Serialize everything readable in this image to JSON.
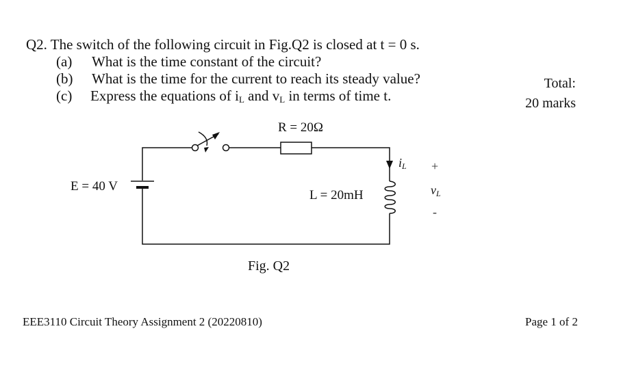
{
  "question": {
    "title": "Q2. The switch of the following circuit in Fig.Q2 is closed at t = 0 s.",
    "parts": [
      {
        "label": "(a)",
        "text": "What is the time constant of the circuit?"
      },
      {
        "label": "(b)",
        "text": "What is the time for the current to reach its steady value?"
      },
      {
        "label": "(c)",
        "text_pre": "Express the equations of i",
        "sub1": "L",
        "text_mid": " and v",
        "sub2": "L",
        "text_post": " in terms of time t."
      }
    ]
  },
  "marks": {
    "line1": "Total:",
    "line2": "20 marks"
  },
  "circuit": {
    "source_label": "E = 40 V",
    "resistor_label": "R = 20Ω",
    "inductor_label": "L = 20mH",
    "current_label": "i",
    "current_sub": "L",
    "voltage_label": "v",
    "voltage_sub": "L",
    "plus_sign": "+",
    "minus_sign": "-",
    "figure_caption": "Fig. Q2"
  },
  "footer": {
    "course": "EEE3110 Circuit Theory Assignment 2 (20220810)",
    "page": "Page 1 of 2"
  }
}
